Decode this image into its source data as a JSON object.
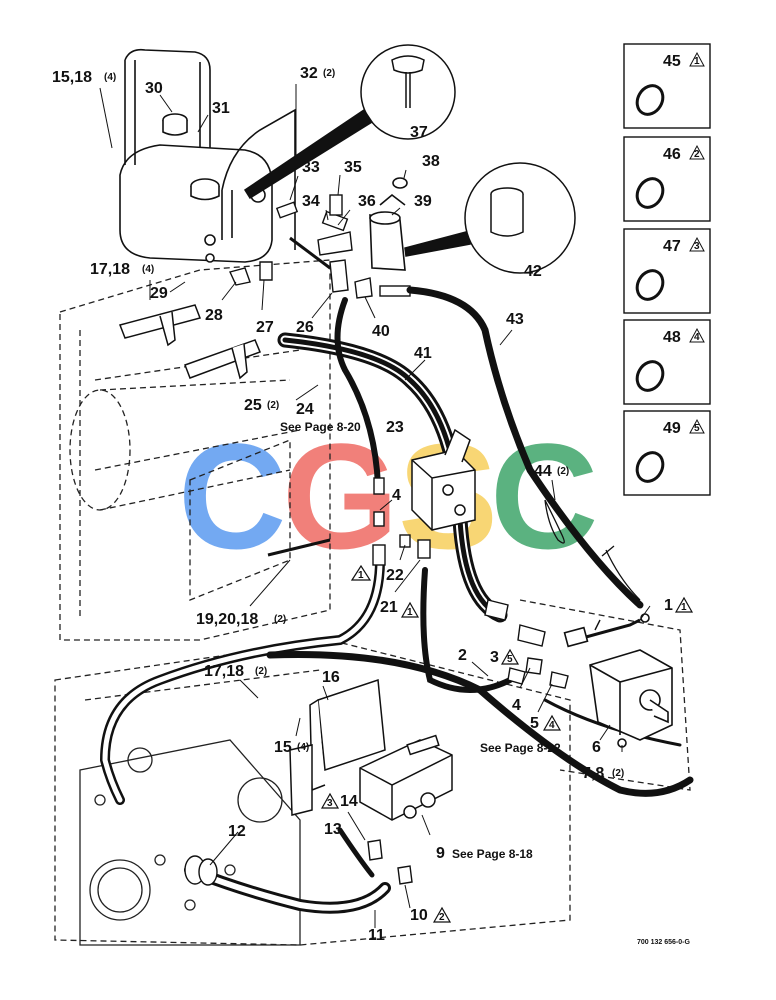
{
  "doc_number": "700 132 656-0-G",
  "watermark": {
    "letters": [
      {
        "char": "C",
        "color": "#5b9bf0"
      },
      {
        "char": "G",
        "color": "#ef6b63"
      },
      {
        "char": "S",
        "color": "#f7d05c"
      },
      {
        "char": "C",
        "color": "#3fa56a"
      }
    ]
  },
  "callouts": [
    {
      "id": "c-15-18",
      "num": "15,18",
      "qty": "(4)"
    },
    {
      "id": "c-30",
      "num": "30",
      "qty": ""
    },
    {
      "id": "c-31",
      "num": "31",
      "qty": ""
    },
    {
      "id": "c-32",
      "num": "32",
      "qty": "(2)"
    },
    {
      "id": "c-37",
      "num": "37",
      "qty": ""
    },
    {
      "id": "c-33",
      "num": "33",
      "qty": ""
    },
    {
      "id": "c-35",
      "num": "35",
      "qty": ""
    },
    {
      "id": "c-38",
      "num": "38",
      "qty": ""
    },
    {
      "id": "c-34",
      "num": "34",
      "qty": ""
    },
    {
      "id": "c-36",
      "num": "36",
      "qty": ""
    },
    {
      "id": "c-39",
      "num": "39",
      "qty": ""
    },
    {
      "id": "c-42",
      "num": "42",
      "qty": ""
    },
    {
      "id": "c-17-18-top",
      "num": "17,18",
      "qty": "(4)"
    },
    {
      "id": "c-29",
      "num": "29",
      "qty": ""
    },
    {
      "id": "c-28",
      "num": "28",
      "qty": ""
    },
    {
      "id": "c-27",
      "num": "27",
      "qty": ""
    },
    {
      "id": "c-26",
      "num": "26",
      "qty": ""
    },
    {
      "id": "c-40",
      "num": "40",
      "qty": ""
    },
    {
      "id": "c-43",
      "num": "43",
      "qty": ""
    },
    {
      "id": "c-41",
      "num": "41",
      "qty": ""
    },
    {
      "id": "c-25",
      "num": "25",
      "qty": "(2)"
    },
    {
      "id": "c-24",
      "num": "24",
      "qty": ""
    },
    {
      "id": "c-23",
      "num": "23",
      "qty": ""
    },
    {
      "id": "c-44",
      "num": "44",
      "qty": "(2)"
    },
    {
      "id": "c-4-top",
      "num": "4",
      "qty": ""
    },
    {
      "id": "c-22",
      "num": "22",
      "qty": ""
    },
    {
      "id": "c-21",
      "num": "21",
      "qty": ""
    },
    {
      "id": "c-19-20-18",
      "num": "19,20,18",
      "qty": "(2)"
    },
    {
      "id": "c-1",
      "num": "1",
      "qty": ""
    },
    {
      "id": "c-2",
      "num": "2",
      "qty": ""
    },
    {
      "id": "c-3",
      "num": "3",
      "qty": ""
    },
    {
      "id": "c-4-bottom",
      "num": "4",
      "qty": ""
    },
    {
      "id": "c-5",
      "num": "5",
      "qty": ""
    },
    {
      "id": "c-6",
      "num": "6",
      "qty": ""
    },
    {
      "id": "c-7-8",
      "num": "7,8",
      "qty": "(2)"
    },
    {
      "id": "c-17-18-bottom",
      "num": "17,18",
      "qty": "(2)"
    },
    {
      "id": "c-16",
      "num": "16",
      "qty": ""
    },
    {
      "id": "c-15",
      "num": "15",
      "qty": "(4)"
    },
    {
      "id": "c-14",
      "num": "14",
      "qty": ""
    },
    {
      "id": "c-12",
      "num": "12",
      "qty": ""
    },
    {
      "id": "c-13",
      "num": "13",
      "qty": ""
    },
    {
      "id": "c-9",
      "num": "9",
      "qty": ""
    },
    {
      "id": "c-10",
      "num": "10",
      "qty": ""
    },
    {
      "id": "c-11",
      "num": "11",
      "qty": ""
    }
  ],
  "references": {
    "page_8_20": "See Page 8-20",
    "page_8_22": "See Page 8-22",
    "page_8_18": "See Page 8-18"
  },
  "flags": {
    "f1": "1",
    "f2": "2",
    "f3": "3",
    "f4": "4",
    "f5": "5"
  },
  "inset_boxes": [
    {
      "num": "45",
      "flag": "1"
    },
    {
      "num": "46",
      "flag": "2"
    },
    {
      "num": "47",
      "flag": "3"
    },
    {
      "num": "48",
      "flag": "4"
    },
    {
      "num": "49",
      "flag": "5"
    }
  ]
}
